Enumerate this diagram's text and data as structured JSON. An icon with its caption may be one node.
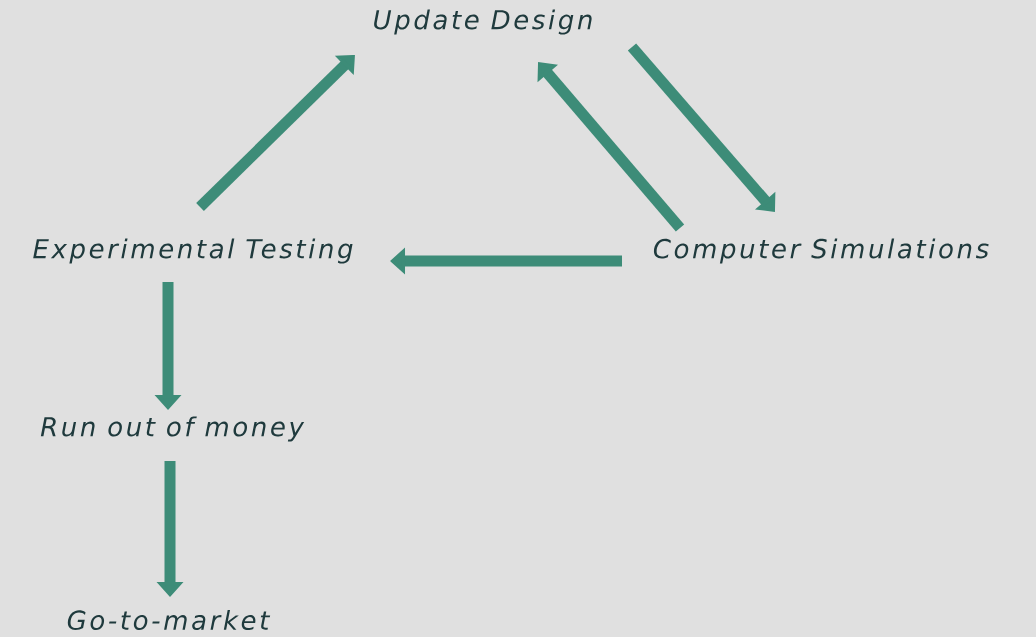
{
  "diagram": {
    "nodes": [
      {
        "text": [
          "Update Design"
        ]
      },
      {
        "text": [
          "Experimental Testing"
        ]
      },
      {
        "text": [
          "Computer Simulations"
        ]
      },
      {
        "text": [
          "Run out of money"
        ]
      },
      {
        "text": [
          "Go-to-market"
        ]
      }
    ],
    "edges": [
      {
        "from": 1,
        "to": 0,
        "arrow": "to"
      },
      {
        "from": 2,
        "to": 0,
        "arrow": "to"
      },
      {
        "from": 0,
        "to": 2,
        "arrow": "to"
      },
      {
        "from": 2,
        "to": 1,
        "arrow": "to"
      },
      {
        "from": 1,
        "to": 3,
        "arrow": "to"
      },
      {
        "from": 3,
        "to": 4,
        "arrow": "to"
      }
    ]
  }
}
